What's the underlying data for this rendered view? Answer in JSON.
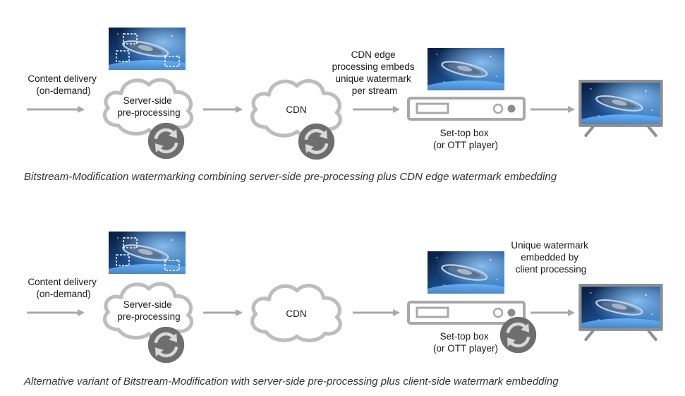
{
  "colors": {
    "stroke": "#b9b9b9",
    "arrow": "#a9a9a9",
    "sync_disc": "#6e6e6e",
    "device": "#a8a8a8",
    "tv_frame": "#8f8f8f",
    "space_dark": "#071a3c",
    "space_light": "#3f8fd6"
  },
  "icons": {
    "sync": "sync-arrows-icon",
    "video": "video-frame-thumbnail",
    "tv": "television-icon",
    "stb": "set-top-box-icon"
  },
  "row1": {
    "delivery_label": [
      "Content delivery",
      "(on-demand)"
    ],
    "server_label": [
      "Server-side",
      "pre-processing"
    ],
    "cdn_label": "CDN",
    "note_label": [
      "CDN edge",
      "processing embeds",
      "unique watermark",
      "per stream"
    ],
    "stb_label": [
      "Set-top box",
      "(or OTT player)"
    ],
    "caption": "Bitstream-Modification watermarking combining server-side pre-processing plus CDN edge watermark embedding"
  },
  "row2": {
    "delivery_label": [
      "Content delivery",
      "(on-demand)"
    ],
    "server_label": [
      "Server-side",
      "pre-processing"
    ],
    "cdn_label": "CDN",
    "note_label": [
      "Unique watermark",
      "embedded by",
      "client processing"
    ],
    "stb_label": [
      "Set-top box",
      "(or OTT player)"
    ],
    "caption": "Alternative variant of Bitstream-Modification with server-side pre-processing plus client-side watermark embedding"
  }
}
